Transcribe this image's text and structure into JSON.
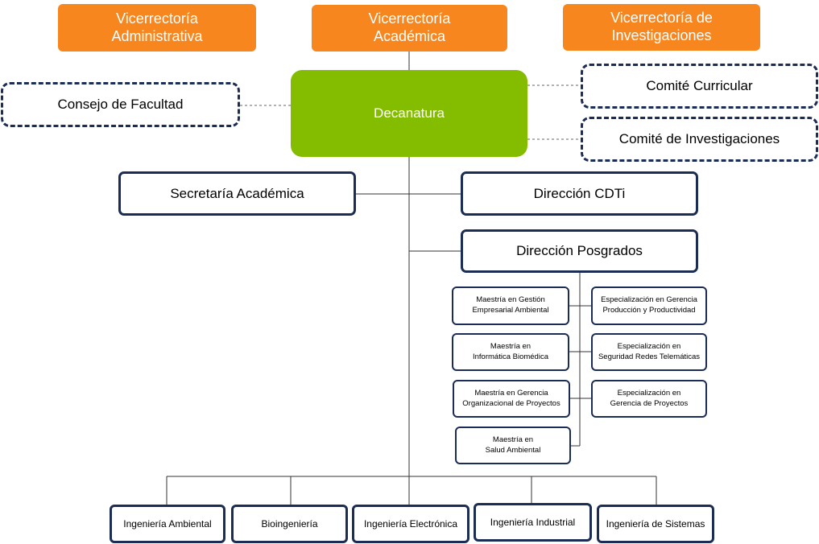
{
  "vicerrectorias": {
    "administrativa": "Vicerrectoría\nAdministrativa",
    "academica": "Vicerrectoría\nAcadémica",
    "investigaciones": "Vicerrectoría de\nInvestigaciones"
  },
  "decanatura": "Decanatura",
  "consejo_facultad": "Consejo  de Facultad",
  "comite_curricular": "Comité  Curricular",
  "comite_investigaciones": "Comité  de  Investigaciones",
  "secretaria": "Secretaría  Académica",
  "direccion_cdti": "Dirección  CDTi",
  "direccion_posgrados": "Dirección  Posgrados",
  "maestrias": [
    "Maestría en Gestión\nEmpresarial Ambiental",
    "Maestría en\nInformática Biomédica",
    "Maestría en Gerencia\nOrganizacional de Proyectos",
    "Maestría en\nSalud Ambiental"
  ],
  "especializaciones": [
    "Especialización en Gerencia\nProducción y Productividad",
    "Especialización en\nSeguridad Redes Telemáticas",
    "Especialización en\nGerencia de Proyectos"
  ],
  "ingenierias": [
    "Ingeniería  Ambiental",
    "Bioingeniería",
    "Ingeniería Electrónica",
    "Ingeniería Industrial",
    "Ingeniería de Sistemas"
  ],
  "colors": {
    "orange": "#f7861e",
    "green": "#84bd00",
    "navy": "#1b2c55"
  }
}
